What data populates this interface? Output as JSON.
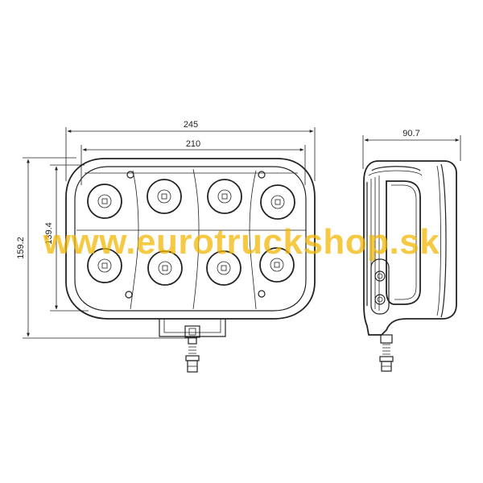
{
  "dimensions": {
    "overall_width": "245",
    "lens_width": "210",
    "overall_height": "159.2",
    "lens_height": "139.4",
    "depth": "90.7"
  },
  "watermark": {
    "text": "www.eurotruckshop.sk",
    "color": "#f2b705"
  },
  "front_view": {
    "led_count": 8
  }
}
